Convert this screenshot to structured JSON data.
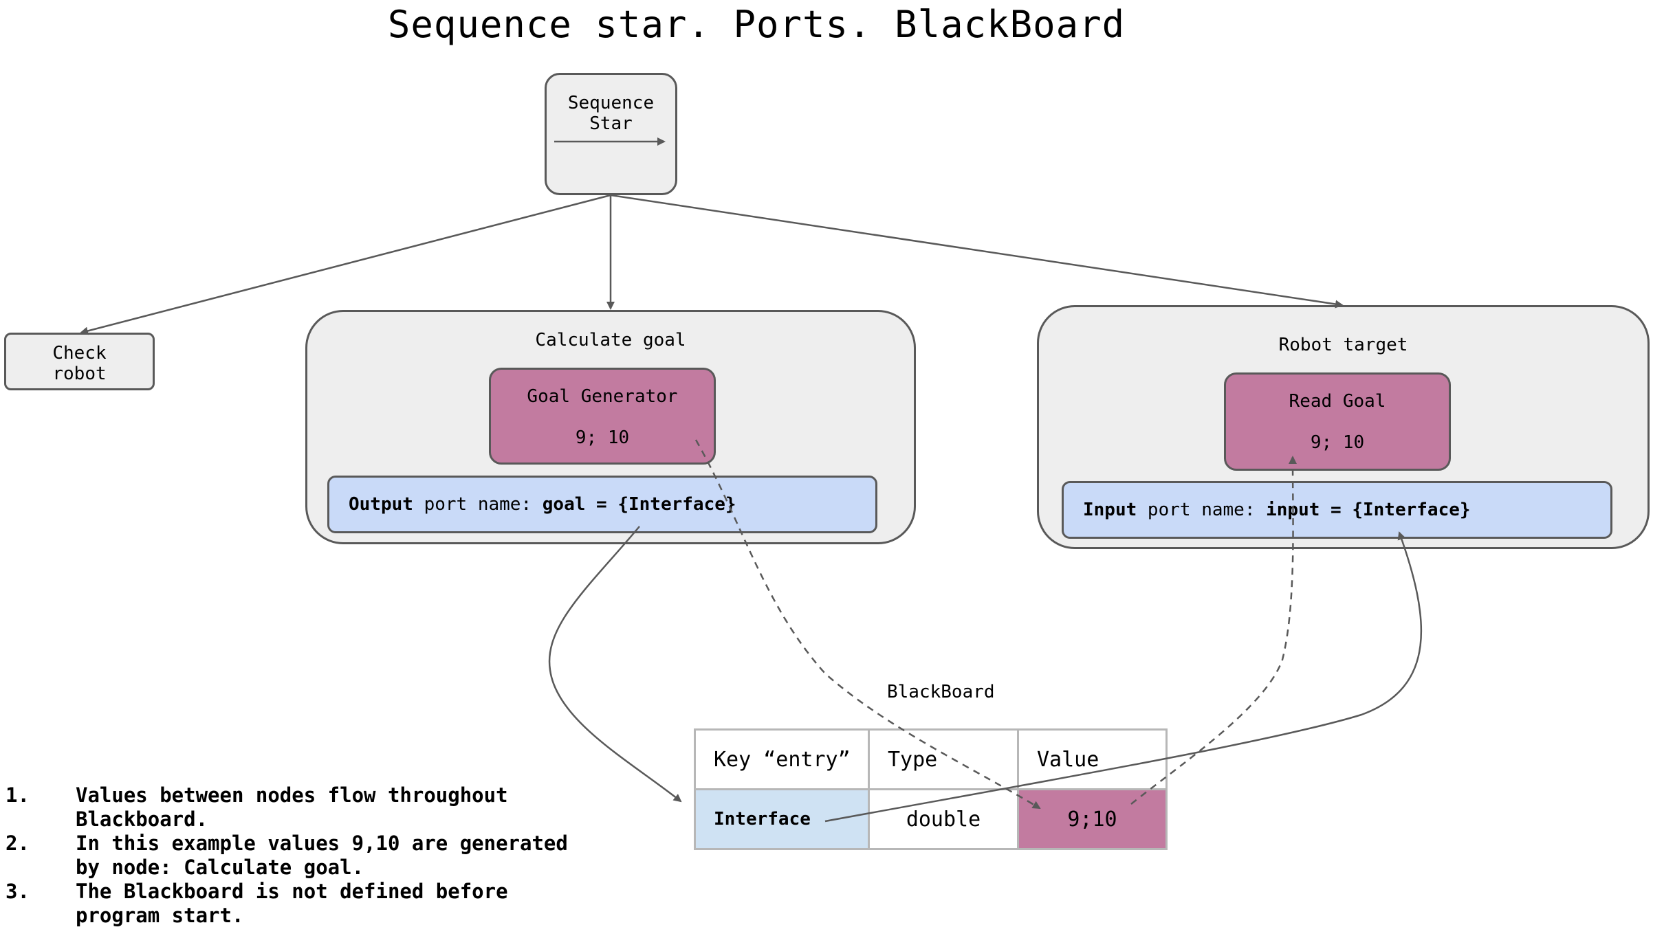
{
  "title": "Sequence star. Ports. BlackBoard",
  "nodes": {
    "sequence": {
      "line1": "Sequence",
      "line2": "Star"
    },
    "check": {
      "line1": "Check",
      "line2": "robot"
    },
    "calculate": {
      "label": "Calculate goal"
    },
    "goal_generator": {
      "label": "Goal Generator",
      "value": "9; 10"
    },
    "output_port": {
      "dir": "Output",
      "mid": " port name: ",
      "name": "goal = {Interface}"
    },
    "robot_target": {
      "label": "Robot target"
    },
    "read_goal": {
      "label": "Read Goal",
      "value": "9; 10"
    },
    "input_port": {
      "dir": "Input",
      "mid": " port name: ",
      "name": "input = {Interface}"
    }
  },
  "blackboard": {
    "label": "BlackBoard",
    "headers": [
      "Key “entry”",
      "Type",
      "Value"
    ],
    "row": [
      "Interface",
      "double",
      "9;10"
    ]
  },
  "notes": [
    {
      "num": "1.",
      "lines": [
        "Values between nodes flow throughout",
        "Blackboard."
      ]
    },
    {
      "num": "2.",
      "lines": [
        "In this example values 9,10 are generated",
        "by node: Calculate goal."
      ]
    },
    {
      "num": "3.",
      "lines": [
        "The Blackboard is not defined before",
        "program start."
      ]
    }
  ],
  "colors": {
    "node_fill": "#eeeeee",
    "pink": "#c27ba0",
    "port_blue": "#c9daf8",
    "key_cell_blue": "#cfe2f3",
    "line": "#595959"
  }
}
